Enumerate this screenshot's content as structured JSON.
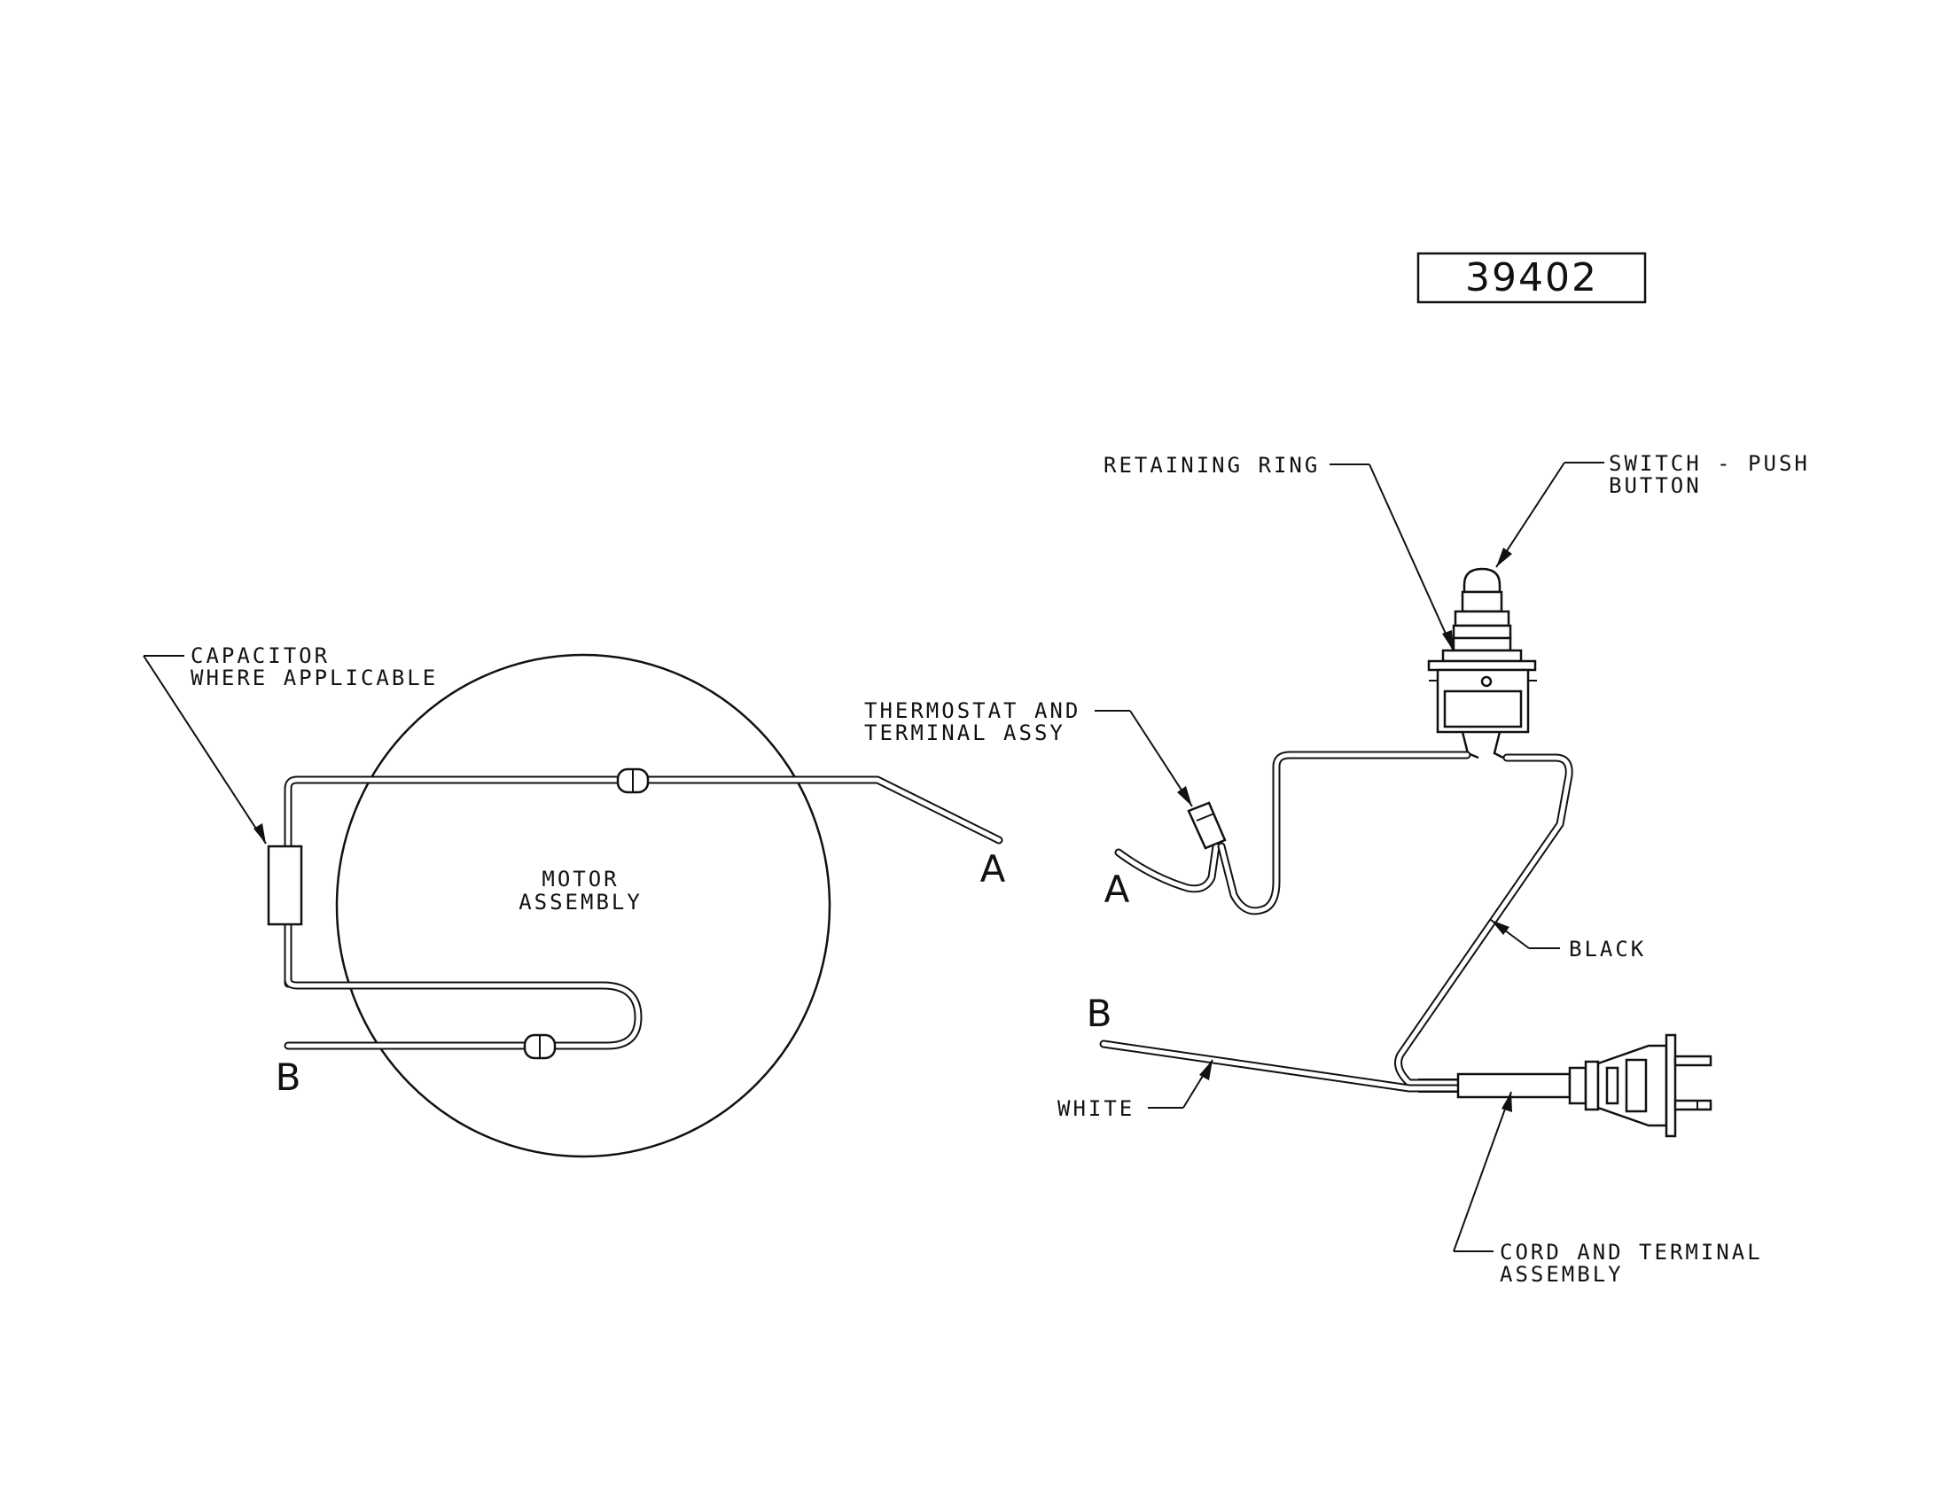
{
  "part_number": "39402",
  "labels": {
    "capacitor": [
      "CAPACITOR",
      "WHERE APPLICABLE"
    ],
    "motor": [
      "MOTOR",
      "ASSEMBLY"
    ],
    "retaining_ring": "RETAINING RING",
    "switch": [
      "SWITCH - PUSH",
      "BUTTON"
    ],
    "thermostat": [
      "THERMOSTAT AND",
      "TERMINAL ASSY"
    ],
    "black": "BLACK",
    "white": "WHITE",
    "cord": [
      "CORD AND TERMINAL",
      "ASSEMBLY"
    ]
  },
  "connection_points": {
    "a_left": "A",
    "b_left": "B",
    "a_right": "A",
    "b_right": "B"
  },
  "colors": {
    "line": "#111111",
    "background": "#ffffff"
  }
}
